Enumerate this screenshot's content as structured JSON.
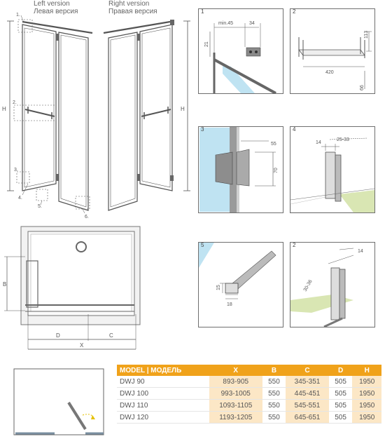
{
  "header": {
    "left_en": "Left version",
    "left_ru": "Левая версия",
    "right_en": "Right version",
    "right_ru": "Правая версия"
  },
  "elevation_labels": {
    "h": "H",
    "m1": "1.",
    "m2": "2.",
    "m3": "3.",
    "m4": "4.",
    "m5": "5.",
    "m6": "6."
  },
  "details": [
    {
      "num": "1",
      "dims": [
        "min.45",
        "34",
        "21"
      ]
    },
    {
      "num": "2",
      "dims": [
        "113",
        "420",
        "66"
      ]
    },
    {
      "num": "3",
      "dims": [
        "55",
        "70"
      ]
    },
    {
      "num": "4",
      "dims": [
        "14",
        "25-33"
      ]
    },
    {
      "num": "5",
      "dims": [
        "15",
        "18"
      ]
    },
    {
      "num": "2",
      "dims": [
        "14",
        "30-36"
      ]
    }
  ],
  "plan_labels": {
    "b": "B",
    "d": "D",
    "c": "C",
    "x": "X"
  },
  "table": {
    "headers": [
      "MODEL | МОДЕЛЬ",
      "X",
      "B",
      "C",
      "D",
      "H"
    ],
    "rows": [
      [
        "DWJ 90",
        "893-905",
        "550",
        "345-351",
        "505",
        "1950"
      ],
      [
        "DWJ 100",
        "993-1005",
        "550",
        "445-451",
        "505",
        "1950"
      ],
      [
        "DWJ 110",
        "1093-1105",
        "550",
        "545-551",
        "505",
        "1950"
      ],
      [
        "DWJ 120",
        "1193-1205",
        "550",
        "645-651",
        "505",
        "1950"
      ]
    ]
  },
  "colors": {
    "accent": "#f0a21a",
    "accent_light": "#fce7c6",
    "glass": "#bfe3f2",
    "floor": "#d9e6b3"
  }
}
